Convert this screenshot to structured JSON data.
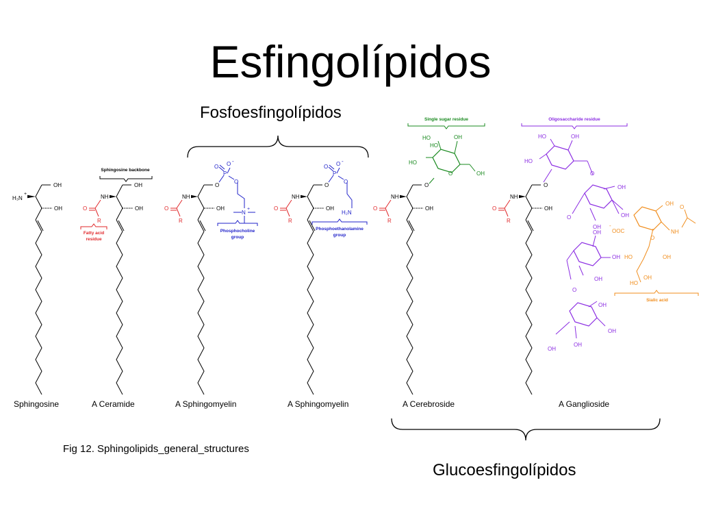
{
  "title": "Esfingolípidos",
  "groups": {
    "phospho": "Fosfoesfingolípidos",
    "gluco": "Glucoesfingolípidos"
  },
  "caption": "Fig 12. Sphingolipids_general_structures",
  "molecules": [
    "Sphingosine",
    "A Ceramide",
    "A Sphingomyelin",
    "A Sphingomyelin",
    "A Cerebroside",
    "A Ganglioside"
  ],
  "annotations": {
    "sphingosine_backbone": "Sphingosine backbone",
    "fatty_acid_residue": [
      "Fatty acid",
      "residue"
    ],
    "phosphocholine_group": [
      "Phosphocholine",
      "group"
    ],
    "phosphoethanolamine_group": [
      "Phosphoethanolamine",
      "group"
    ],
    "single_sugar_residue": "Single sugar residue",
    "oligosaccharide_residue": "Oligosaccharide residue",
    "sialic_acid": "Sialic acid"
  },
  "atoms": {
    "oh": "OH",
    "nh": "NH",
    "h3n": "H₃N",
    "r": "R",
    "o": "O",
    "p": "P",
    "n": "N",
    "h2n": "H₂N",
    "ho": "HO",
    "ooc": "OOC",
    "plus": "+",
    "minus": "-"
  },
  "colors": {
    "fatty_acid": "#e0272a",
    "phosphate": "#1f21c9",
    "single_sugar": "#17881d",
    "oligosaccharide": "#8a2be2",
    "sialic_acid": "#f08c1b",
    "skeleton": "#000000"
  }
}
